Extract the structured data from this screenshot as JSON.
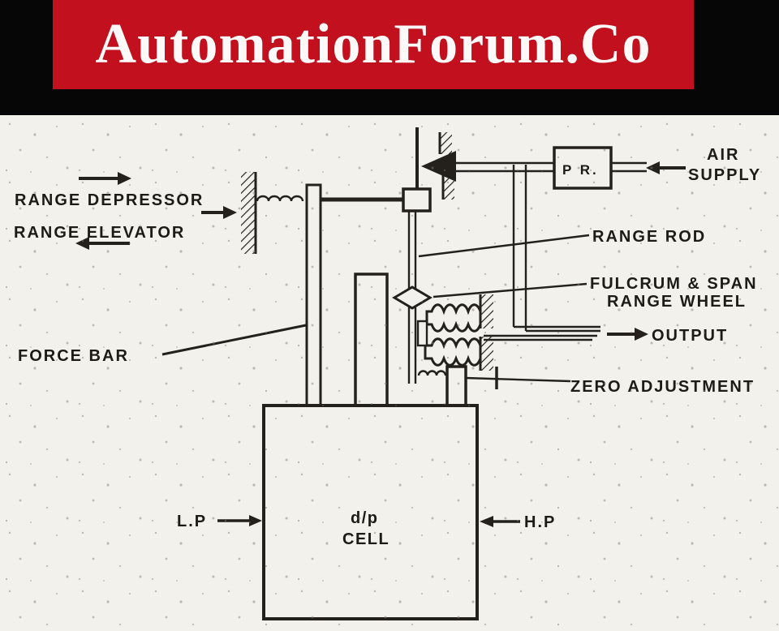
{
  "header": {
    "brand": "AutomationForum.Co"
  },
  "colors": {
    "banner_red": "#c2101e",
    "banner_text": "#fcf9f8",
    "frame_black": "#060606",
    "paper": "#f2f1ec",
    "ink": "#24211d"
  },
  "diagram": {
    "title_implied": "d/p cell pneumatic transmitter",
    "labels": {
      "range_depressor": "RANGE DEPRESSOR",
      "range_elevator": "RANGE ELEVATOR",
      "force_bar": "FORCE BAR",
      "relay": "P R.",
      "air_supply_line1": "AIR",
      "air_supply_line2": "SUPPLY",
      "range_rod": "RANGE ROD",
      "fulcrum_line1": "FULCRUM & SPAN",
      "fulcrum_line2": "RANGE WHEEL",
      "output": "OUTPUT",
      "zero_adjustment": "ZERO ADJUSTMENT",
      "low_pressure": "L.P",
      "high_pressure": "H.P",
      "cell_line1": "d/p",
      "cell_line2": "CELL"
    }
  }
}
